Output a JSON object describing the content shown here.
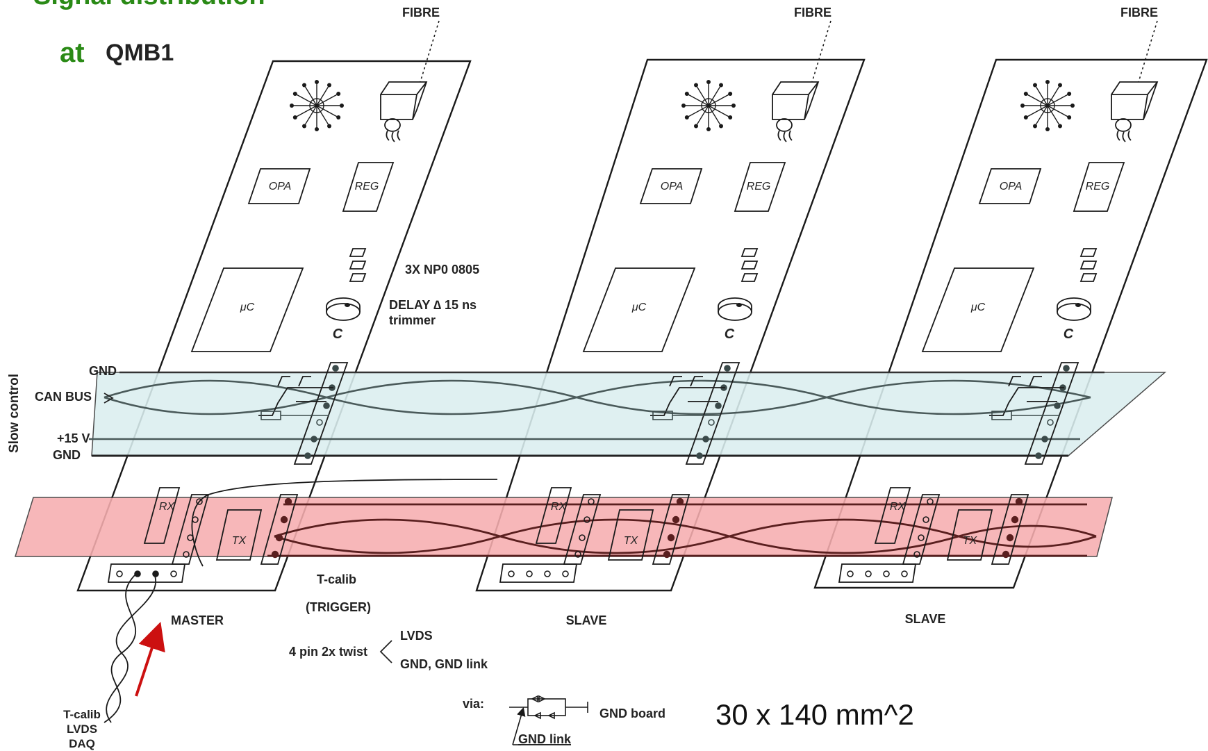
{
  "title": {
    "line1": "Signal distribution",
    "at": "at",
    "board_name": "QMB1"
  },
  "colors": {
    "title_green": "#2a8a16",
    "slow_band": "#dbeff0",
    "trigger_band": "#f7aeb0",
    "arrow_red": "#cc1010"
  },
  "boards": [
    {
      "fibre": "FIBRE",
      "opa": "OPA",
      "reg": "REG",
      "uc": "μC",
      "c": "C",
      "rx": "RX",
      "tx": "TX",
      "role": "MASTER"
    },
    {
      "fibre": "FIBRE",
      "opa": "OPA",
      "reg": "REG",
      "uc": "μC",
      "c": "C",
      "rx": "RX",
      "tx": "TX",
      "role": "SLAVE"
    },
    {
      "fibre": "FIBRE",
      "opa": "OPA",
      "reg": "REG",
      "uc": "μC",
      "c": "C",
      "rx": "RX",
      "tx": "TX",
      "role": "SLAVE"
    }
  ],
  "annotations": {
    "np0": "3X NP0  0805",
    "delay": "DELAY ∆ 15 ns",
    "trimmer": "trimmer",
    "slow_control": "Slow control",
    "gnd_top": "GND",
    "can_bus": "CAN BUS",
    "plus15": "+15 V",
    "gnd_bottom": "GND",
    "tcalib": "T-calib",
    "trigger": "(TRIGGER)",
    "twist": "4 pin 2x twist",
    "lvds": "LVDS",
    "gnd_link_pair": "GND, GND link",
    "cable_label": [
      "T-calib",
      "LVDS",
      "DAQ"
    ],
    "via": "via:",
    "gnd_board": "GND board",
    "gnd_link": "GND link",
    "size": "30 x 140 mm^2"
  }
}
